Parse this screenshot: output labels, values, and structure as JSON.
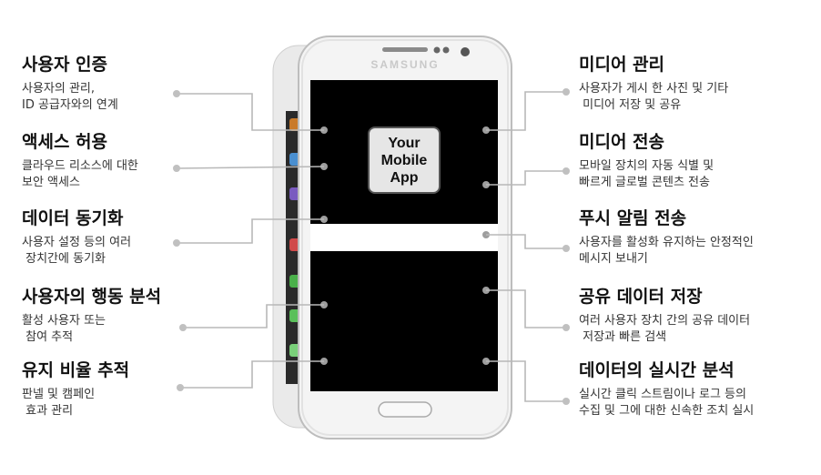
{
  "left_features": [
    {
      "title": "사용자 인증",
      "desc": "사용자의 관리,\nID 공급자와의 연계"
    },
    {
      "title": "액세스 허용",
      "desc": "클라우드 리소스에 대한\n보안 액세스"
    },
    {
      "title": "데이터 동기화",
      "desc": "사용자 설정 등의 여러\n 장치간에 동기화"
    },
    {
      "title": "사용자의 행동 분석",
      "desc": "활성 사용자 또는\n 참여 추적"
    },
    {
      "title": "유지 비율 추적",
      "desc": "판넬 및 캠페인\n 효과 관리"
    }
  ],
  "right_features": [
    {
      "title": "미디어 관리",
      "desc": "사용자가 게시 한 사진 및 기타\n 미디어 저장 및 공유"
    },
    {
      "title": "미디어 전송",
      "desc": "모바일 장치의 자동 식별 및\n빠르게 글로벌 콘텐츠 전송"
    },
    {
      "title": "푸시 알림 전송",
      "desc": "사용자를 활성화 유지하는 안정적인\n메시지 보내기"
    },
    {
      "title": "공유 데이터 저장",
      "desc": "여러 사용자 장치 간의 공유 데이터\n 저장과 빠른 검색"
    },
    {
      "title": "데이터의 실시간 분석",
      "desc": "실시간 클릭 스트림이나 로그 등의\n수집 및 그에 대한 신속한 조치 실시"
    }
  ],
  "app_tile": {
    "label": "Your\nMobile\nApp"
  },
  "phone": {
    "brand": "SAMSUNG"
  },
  "colors": {
    "connector": "#b8b8b8",
    "dot": "#c0c0c0",
    "screen": "#000000",
    "band": "#ffffff"
  }
}
